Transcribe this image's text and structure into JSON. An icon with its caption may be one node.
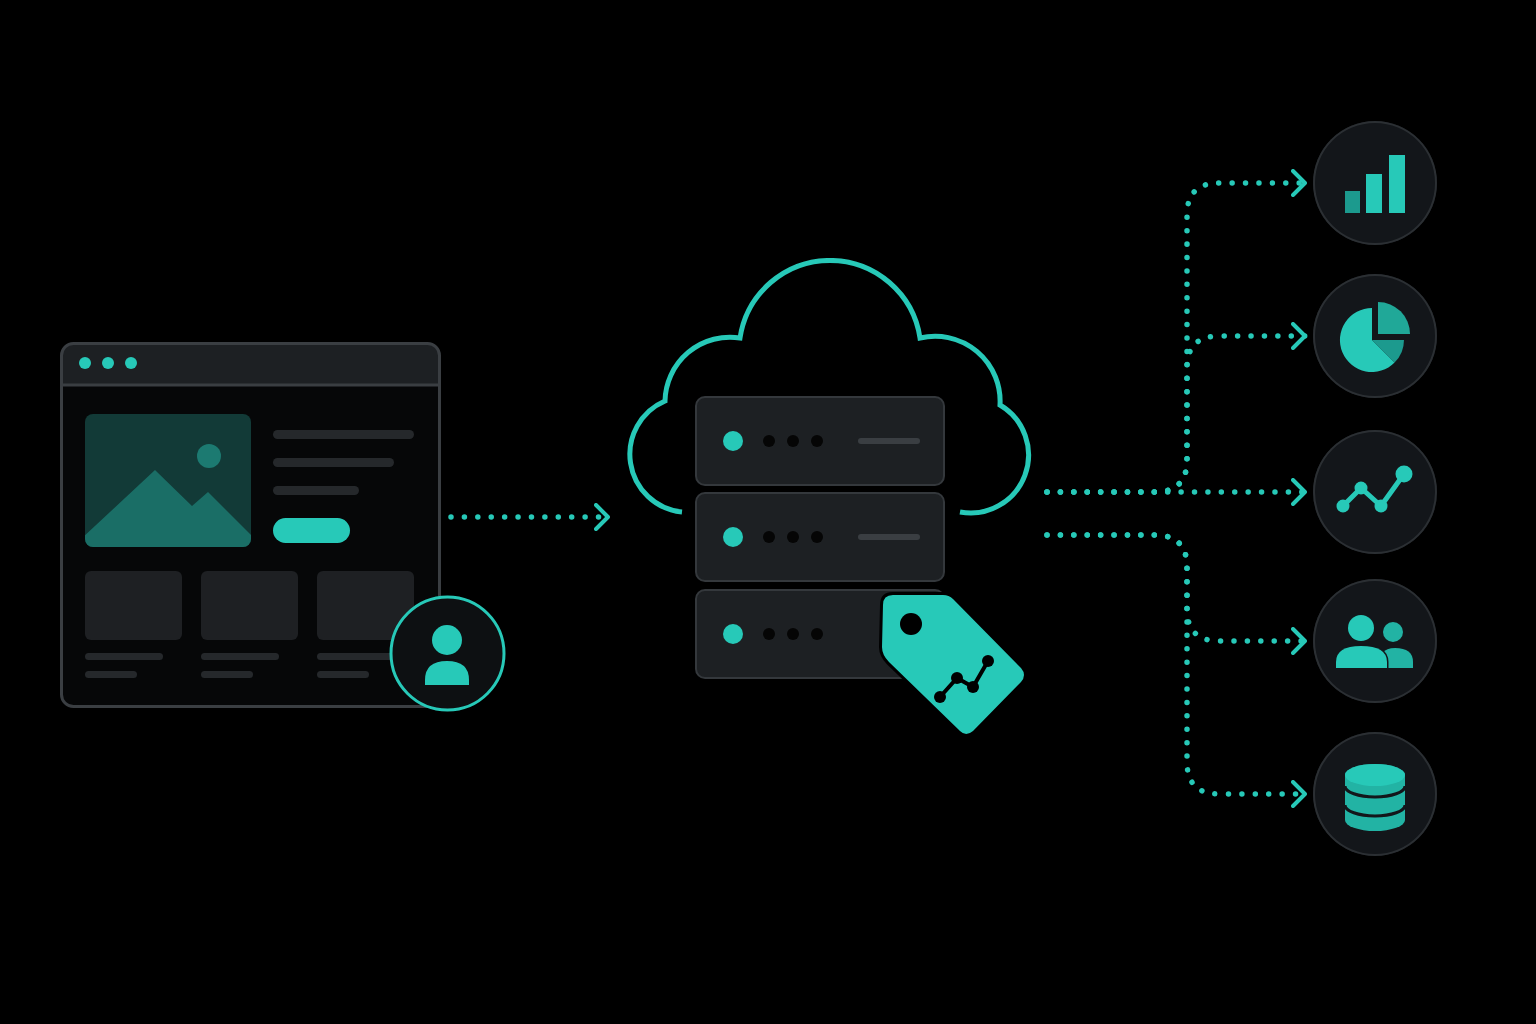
{
  "diagram": {
    "nodes": [
      {
        "text": [],
        "shape": "picture"
      },
      {
        "text": [],
        "shape": "cloud"
      },
      {
        "text": [],
        "shape": "circle"
      },
      {
        "text": [],
        "shape": "circle"
      },
      {
        "text": [],
        "shape": "circle"
      },
      {
        "text": [],
        "shape": "circle"
      },
      {
        "text": [],
        "shape": "circle"
      }
    ],
    "edges": [
      {
        "from": 0,
        "to": 1,
        "arrow": "to",
        "style": "dashed"
      },
      {
        "from": 1,
        "to": 2,
        "arrow": "to",
        "style": "dashed"
      },
      {
        "from": 1,
        "to": 3,
        "arrow": "to",
        "style": "dashed"
      },
      {
        "from": 1,
        "to": 4,
        "arrow": "to",
        "style": "dashed"
      },
      {
        "from": 1,
        "to": 5,
        "arrow": "to",
        "style": "dashed"
      },
      {
        "from": 1,
        "to": 6,
        "arrow": "to",
        "style": "dashed"
      }
    ]
  }
}
